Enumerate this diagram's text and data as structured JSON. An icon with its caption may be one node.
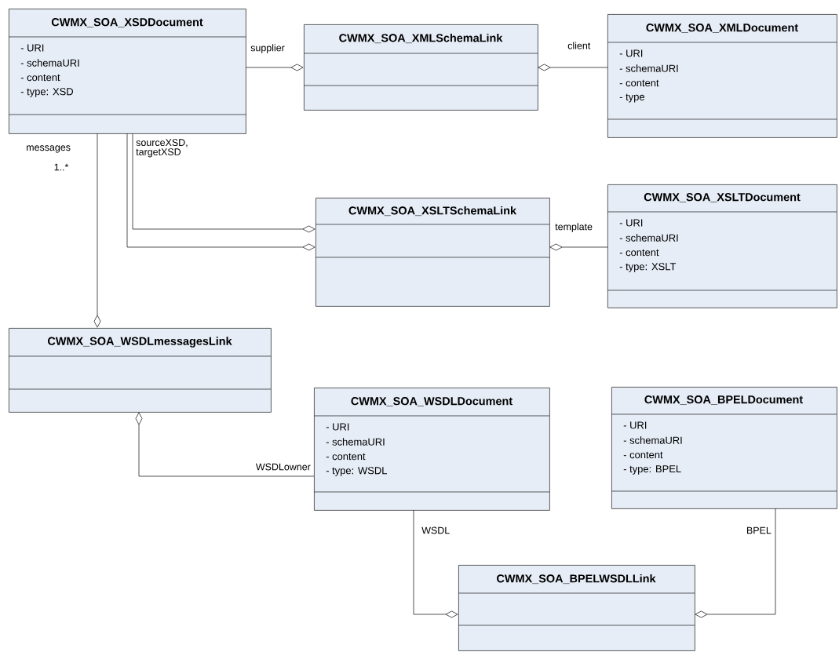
{
  "diagram": {
    "nodes": [
      {
        "text": [
          "CWMX_SOA_XSDDocument",
          "- URI",
          "- schemaURI",
          "- content",
          "- type: XSD"
        ]
      },
      {
        "text": [
          "CWMX_SOA_XMLSchemaLink"
        ]
      },
      {
        "text": [
          "CWMX_SOA_XMLDocument",
          "- URI",
          "- schemaURI",
          "- content",
          "- type"
        ]
      },
      {
        "text": [
          "CWMX_SOA_XSLTSchemaLink"
        ]
      },
      {
        "text": [
          "CWMX_SOA_XSLTDocument",
          "- URI",
          "- schemaURI",
          "- content",
          "- type: XSLT"
        ]
      },
      {
        "text": [
          "CWMX_SOA_WSDLmessagesLink"
        ]
      },
      {
        "text": [
          "CWMX_SOA_WSDLDocument",
          "- URI",
          "- schemaURI",
          "- content",
          "- type: WSDL"
        ]
      },
      {
        "text": [
          "CWMX_SOA_BPELDocument",
          "- URI",
          "- schemaURI",
          "- content",
          "- type: BPEL"
        ]
      },
      {
        "text": [
          "CWMX_SOA_BPELWSDLLink"
        ]
      }
    ],
    "edges": [
      {
        "from": 0,
        "to": 1,
        "arrow": "other",
        "label": "supplier"
      },
      {
        "from": 2,
        "to": 1,
        "arrow": "other",
        "label": "client"
      },
      {
        "from": 0,
        "to": 3,
        "arrow": "other",
        "label": "sourceXSD, targetXSD"
      },
      {
        "from": 0,
        "to": 3,
        "arrow": "other"
      },
      {
        "from": 4,
        "to": 3,
        "arrow": "other",
        "label": "template"
      },
      {
        "from": 0,
        "to": 5,
        "arrow": "other",
        "label": "messages"
      },
      {
        "from": 6,
        "to": 5,
        "arrow": "other",
        "label": "WSDLowner"
      },
      {
        "from": 6,
        "to": 8,
        "arrow": "other",
        "label": "WSDL"
      },
      {
        "from": 7,
        "to": 8,
        "arrow": "other",
        "label": "BPEL"
      }
    ],
    "labels": [
      "1..*"
    ]
  }
}
